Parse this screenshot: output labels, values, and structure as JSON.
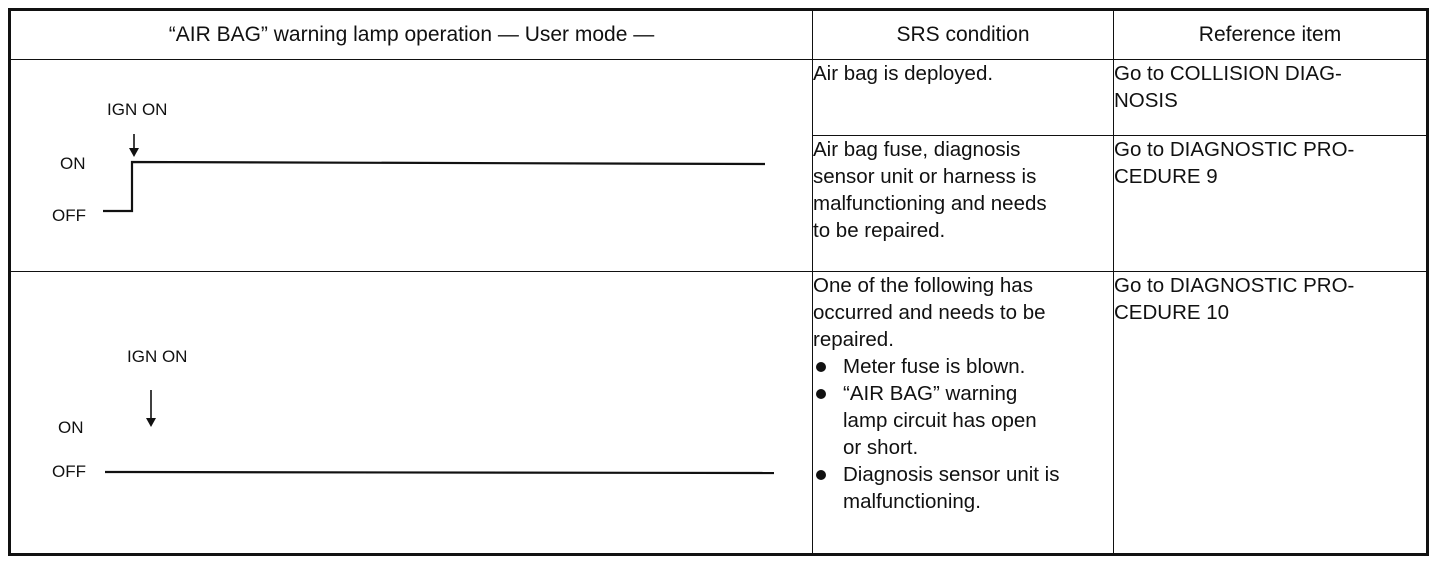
{
  "table": {
    "headers": {
      "operation": "“AIR BAG” warning lamp operation — User mode —",
      "condition": "SRS condition",
      "reference": "Reference item"
    },
    "diagram_labels": {
      "ign_on": "IGN ON",
      "on": "ON",
      "off": "OFF"
    },
    "rows": [
      {
        "condition": "Air bag is deployed.",
        "reference": "Go to COLLISION DIAG-\nNOSIS"
      },
      {
        "condition": "Air bag fuse, diagnosis\nsensor unit or harness is\nmalfunctioning and needs\nto be repaired.",
        "reference": "Go to DIAGNOSTIC PRO-\nCEDURE 9"
      },
      {
        "condition_intro": "One of the following has\noccurred and needs to be\nrepaired.",
        "condition_bullets": [
          "Meter fuse is blown.",
          "“AIR BAG” warning\nlamp circuit has open\nor short.",
          "Diagnosis sensor unit is\nmalfunctioning."
        ],
        "reference": "Go to DIAGNOSTIC PRO-\nCEDURE 10"
      }
    ]
  }
}
